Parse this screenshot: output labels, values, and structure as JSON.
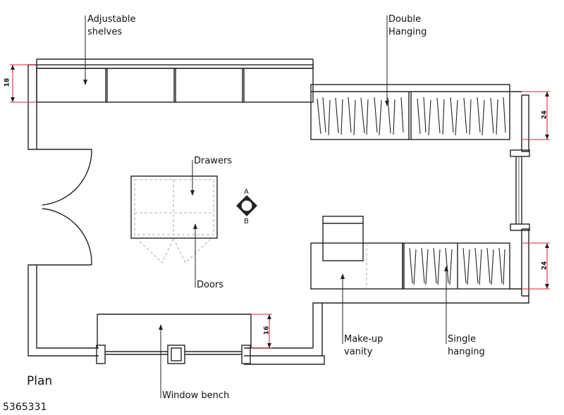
{
  "title": "Plan",
  "listing_id": "5365331",
  "labels": {
    "adjustable_1": "Adjustable",
    "adjustable_2": "shelves",
    "double_1": "Double",
    "double_2": "Hanging",
    "drawers": "Drawers",
    "doors": "Doors",
    "makeup_1": "Make-up",
    "makeup_2": "vanity",
    "single_1": "Single",
    "single_2": "hanging",
    "window_bench": "Window bench",
    "compass_a": "A",
    "compass_b": "B"
  },
  "dimensions": {
    "shelves_depth": "18",
    "double_depth": "24",
    "single_depth": "24",
    "bench_depth": "16"
  },
  "colors": {
    "line": "#222222",
    "dim_red": "#d7263d",
    "dash": "#999999"
  }
}
